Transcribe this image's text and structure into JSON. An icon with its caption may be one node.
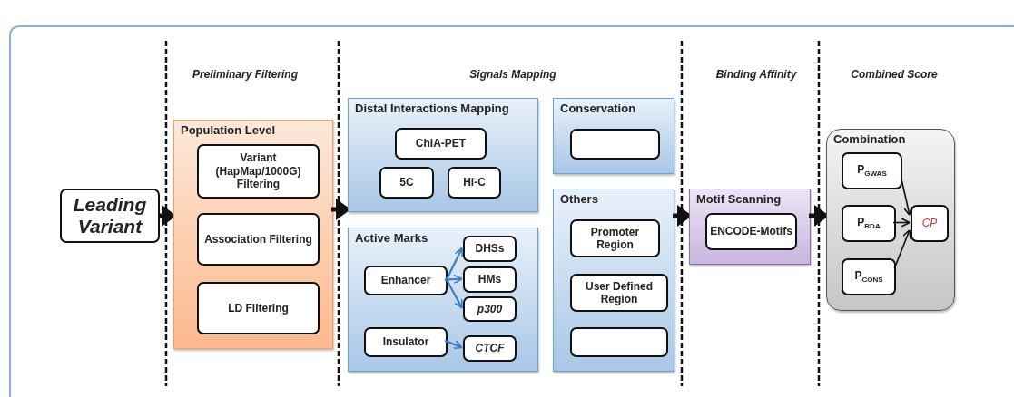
{
  "diagram": {
    "nodes": [
      {
        "text": [
          "Leading Variant"
        ]
      },
      {
        "text": [
          "Population Level"
        ]
      },
      {
        "text": [
          "Variant (HapMap/1000G) Filtering"
        ],
        "in": 1
      },
      {
        "text": [
          "Association Filtering"
        ],
        "in": 1
      },
      {
        "text": [
          "LD Filtering"
        ],
        "in": 1
      },
      {
        "text": [
          "Distal Interactions Mapping"
        ]
      },
      {
        "text": [
          "ChIA-PET"
        ],
        "in": 5
      },
      {
        "text": [
          "5C"
        ],
        "in": 5
      },
      {
        "text": [
          "Hi-C"
        ],
        "in": 5
      },
      {
        "text": [
          "Conservation"
        ]
      },
      {
        "text": [],
        "shape": "box",
        "in": 9
      },
      {
        "text": [
          "Active Marks"
        ]
      },
      {
        "text": [
          "Enhancer"
        ],
        "in": 11
      },
      {
        "text": [
          "DHSs"
        ],
        "in": 11
      },
      {
        "text": [
          "HMs"
        ],
        "in": 11
      },
      {
        "text": [
          "p300"
        ],
        "in": 11
      },
      {
        "text": [
          "Insulator"
        ],
        "in": 11
      },
      {
        "text": [
          "CTCF"
        ],
        "in": 11
      },
      {
        "text": [
          "Others"
        ]
      },
      {
        "text": [
          "Promoter Region"
        ],
        "in": 18
      },
      {
        "text": [
          "User Defined Region"
        ],
        "in": 18
      },
      {
        "text": [],
        "shape": "box",
        "in": 18
      },
      {
        "text": [
          "Motif Scanning"
        ]
      },
      {
        "text": [
          "ENCODE-Motifs"
        ],
        "in": 22
      },
      {
        "text": [
          "Combination"
        ]
      },
      {
        "text": [
          "P$_{GWAS}$"
        ],
        "in": 24
      },
      {
        "text": [
          "P$_{BDA}$"
        ],
        "in": 24
      },
      {
        "text": [
          "P$_{CONS}$"
        ],
        "in": 24
      },
      {
        "text": [
          "CP"
        ],
        "in": 24
      }
    ],
    "edges": [
      {
        "from": 0,
        "to": 1,
        "arrow": "to",
        "style": "thick"
      },
      {
        "from": 1,
        "to": 5,
        "arrow": "to",
        "style": "thick"
      },
      {
        "from": 18,
        "to": 22,
        "arrow": "to",
        "style": "thick"
      },
      {
        "from": 22,
        "to": 24,
        "arrow": "to",
        "style": "thick"
      },
      {
        "from": 12,
        "to": 13,
        "arrow": "to",
        "color": "#3b7dc4"
      },
      {
        "from": 12,
        "to": 14,
        "arrow": "to",
        "color": "#3b7dc4"
      },
      {
        "from": 12,
        "to": 15,
        "arrow": "to",
        "color": "#3b7dc4"
      },
      {
        "from": 16,
        "to": 17,
        "arrow": "to",
        "color": "#3b7dc4"
      },
      {
        "from": 25,
        "to": 28,
        "arrow": "to"
      },
      {
        "from": 26,
        "to": 28,
        "arrow": "to"
      },
      {
        "from": 27,
        "to": 28,
        "arrow": "to"
      }
    ],
    "labels": [
      "Preliminary Filtering",
      "Signals Mapping",
      "Binding Affinity",
      "Combined Score"
    ]
  }
}
